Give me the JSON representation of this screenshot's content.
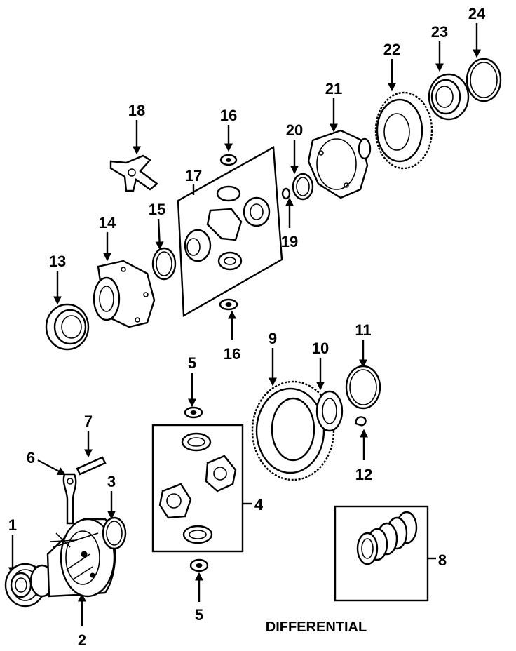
{
  "caption": "DIFFERENTIAL",
  "callouts": [
    {
      "id": "c1",
      "text": "1"
    },
    {
      "id": "c2",
      "text": "2"
    },
    {
      "id": "c3",
      "text": "3"
    },
    {
      "id": "c4",
      "text": "4"
    },
    {
      "id": "c5a",
      "text": "5"
    },
    {
      "id": "c5b",
      "text": "5"
    },
    {
      "id": "c6",
      "text": "6"
    },
    {
      "id": "c7",
      "text": "7"
    },
    {
      "id": "c8",
      "text": "8"
    },
    {
      "id": "c9",
      "text": "9"
    },
    {
      "id": "c10",
      "text": "10"
    },
    {
      "id": "c11",
      "text": "11"
    },
    {
      "id": "c12",
      "text": "12"
    },
    {
      "id": "c13",
      "text": "13"
    },
    {
      "id": "c14",
      "text": "14"
    },
    {
      "id": "c15",
      "text": "15"
    },
    {
      "id": "c16a",
      "text": "16"
    },
    {
      "id": "c16b",
      "text": "16"
    },
    {
      "id": "c17",
      "text": "17"
    },
    {
      "id": "c18",
      "text": "18"
    },
    {
      "id": "c19",
      "text": "19"
    },
    {
      "id": "c20",
      "text": "20"
    },
    {
      "id": "c21",
      "text": "21"
    },
    {
      "id": "c22",
      "text": "22"
    },
    {
      "id": "c23",
      "text": "23"
    },
    {
      "id": "c24",
      "text": "24"
    }
  ]
}
